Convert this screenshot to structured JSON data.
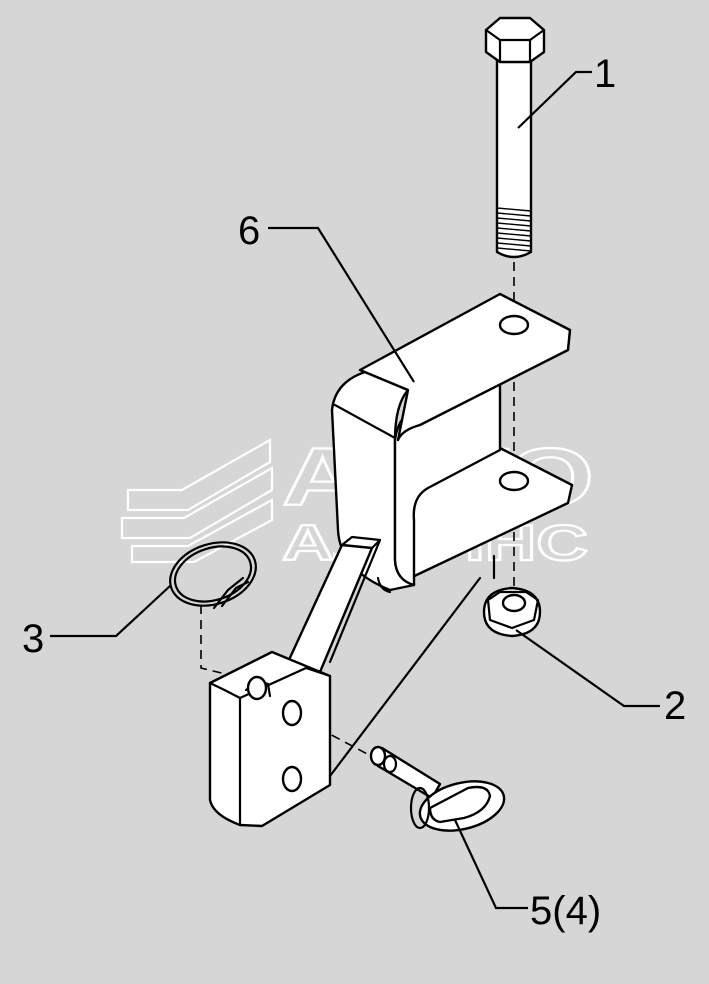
{
  "callouts": {
    "bolt": "1",
    "nut": "2",
    "ring": "3",
    "pin": "5(4)",
    "bracket": "6"
  },
  "watermark": {
    "line1": "АВТО",
    "line2": "АЛЬЯНС"
  },
  "colors": {
    "background": "#d6d6d6",
    "stroke": "#000000",
    "part_fill": "#ffffff",
    "watermark": "#ffffff"
  }
}
